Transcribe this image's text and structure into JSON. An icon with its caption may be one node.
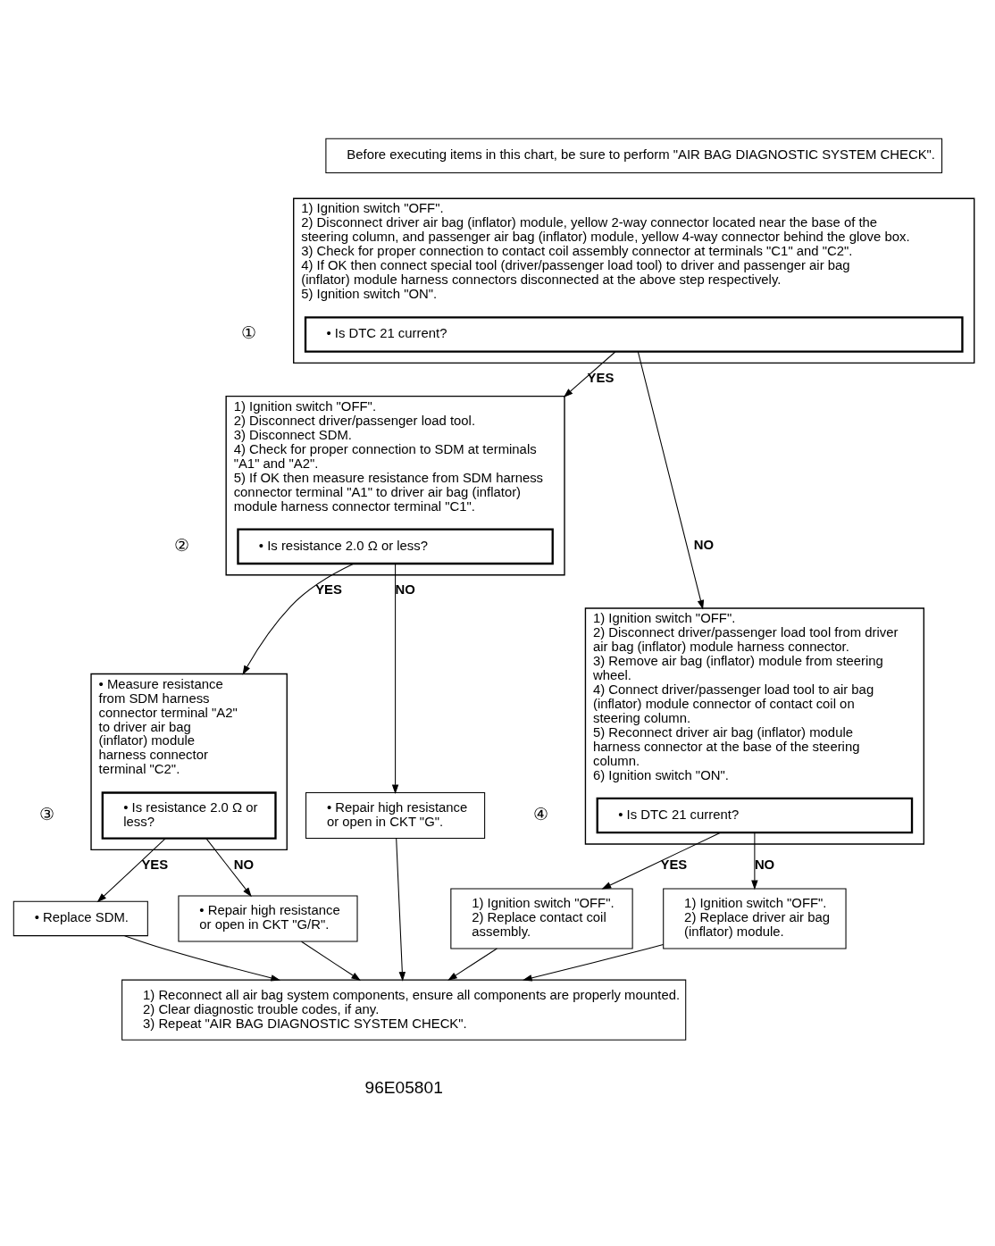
{
  "diagram": {
    "nodes": [
      {
        "text": [
          "Before executing items in this chart, be sure to perform \"AIR BAG DIAGNOSTIC SYSTEM CHECK\"."
        ]
      },
      {
        "text": [
          "1) Ignition switch \"OFF\".",
          "2) Disconnect driver air bag (inflator) module, yellow 2-way connector located near the base of the steering column, and passenger air bag (inflator) module, yellow 4-way connector behind the glove box.",
          "3) Check for proper connection to contact coil assembly connector at terminals \"C1\" and \"C2\".",
          "4) If OK then connect special tool (driver/passenger load tool) to driver and passenger air bag (inflator) module harness connectors disconnected at the above step respectively.",
          "5) Ignition switch \"ON\"."
        ],
        "beside": [
          "①"
        ]
      },
      {
        "text": [
          "• Is DTC 21 current?"
        ],
        "in": 1
      },
      {
        "text": [
          "1) Ignition switch \"OFF\".",
          "2) Disconnect driver/passenger load tool.",
          "3) Disconnect SDM.",
          "4) Check for proper connection to SDM at terminals \"A1\" and \"A2\".",
          "5) If OK then measure resistance from SDM harness connector terminal \"A1\" to driver air bag (inflator) module harness connector terminal \"C1\"."
        ],
        "beside": [
          "②"
        ]
      },
      {
        "text": [
          "• Is resistance 2.0 Ω or less?"
        ],
        "in": 3
      },
      {
        "text": [
          "1) Ignition switch \"OFF\".",
          "2) Disconnect driver/passenger load tool from driver air bag (inflator) module harness connector.",
          "3) Remove air bag (inflator) module from steering wheel.",
          "4) Connect driver/passenger load tool to air bag (inflator) module connector of contact coil on steering column.",
          "5) Reconnect driver air bag (inflator) module harness connector at the base of the steering column.",
          "6) Ignition switch \"ON\"."
        ],
        "beside": [
          "④"
        ]
      },
      {
        "text": [
          "• Is DTC 21 current?"
        ],
        "in": 5
      },
      {
        "text": [
          "• Measure resistance from SDM harness connector terminal \"A2\" to driver air bag (inflator) module harness connector terminal \"C2\"."
        ],
        "beside": [
          "③"
        ]
      },
      {
        "text": [
          "• Is resistance 2.0 Ω or less?"
        ],
        "in": 7
      },
      {
        "text": [
          "• Repair high resistance or open in CKT \"G\"."
        ]
      },
      {
        "text": [
          "1) Ignition switch \"OFF\".",
          "2) Replace contact coil assembly."
        ]
      },
      {
        "text": [
          "1) Ignition switch \"OFF\".",
          "2) Replace driver air bag (inflator) module."
        ]
      },
      {
        "text": [
          "• Replace SDM."
        ]
      },
      {
        "text": [
          "• Repair high resistance or open in CKT \"G/R\"."
        ]
      },
      {
        "text": [
          "1) Reconnect all air bag system components, ensure all components are properly mounted.",
          "2) Clear diagnostic trouble codes, if any.",
          "3) Repeat \"AIR BAG DIAGNOSTIC SYSTEM CHECK\"."
        ]
      }
    ],
    "edges": [
      {
        "from": 2,
        "to": 3,
        "arrow": "to",
        "label": "YES"
      },
      {
        "from": 2,
        "to": 5,
        "arrow": "to",
        "label": "NO"
      },
      {
        "from": 4,
        "to": 7,
        "arrow": "to",
        "label": "YES"
      },
      {
        "from": 4,
        "to": 9,
        "arrow": "to",
        "label": "NO"
      },
      {
        "from": 6,
        "to": 10,
        "arrow": "to",
        "label": "YES"
      },
      {
        "from": 6,
        "to": 11,
        "arrow": "to",
        "label": "NO"
      },
      {
        "from": 8,
        "to": 12,
        "arrow": "to",
        "label": "YES"
      },
      {
        "from": 8,
        "to": 13,
        "arrow": "to",
        "label": "NO"
      },
      {
        "from": 9,
        "to": 14,
        "arrow": "to"
      },
      {
        "from": 12,
        "to": 14,
        "arrow": "to"
      },
      {
        "from": 13,
        "to": 14,
        "arrow": "to"
      },
      {
        "from": 10,
        "to": 14,
        "arrow": "to"
      },
      {
        "from": 11,
        "to": 14,
        "arrow": "to"
      }
    ],
    "labels": [
      "96E05801"
    ]
  }
}
